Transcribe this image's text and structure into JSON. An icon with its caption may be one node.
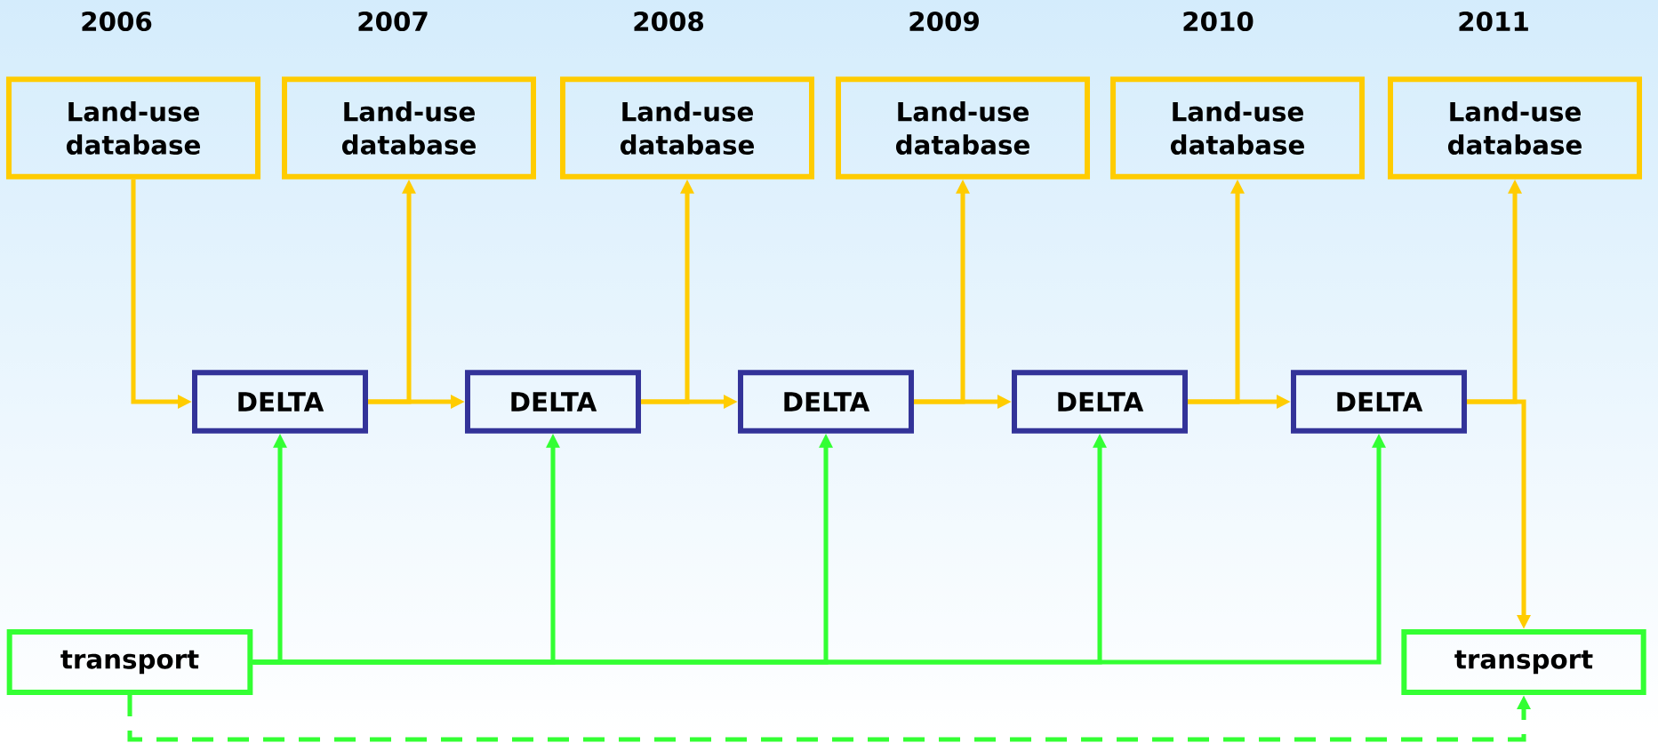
{
  "diagram": {
    "nodes": [
      {
        "text": [
          "Land-use database"
        ]
      },
      {
        "text": [
          "Land-use database"
        ]
      },
      {
        "text": [
          "Land-use database"
        ]
      },
      {
        "text": [
          "Land-use database"
        ]
      },
      {
        "text": [
          "Land-use database"
        ]
      },
      {
        "text": [
          "Land-use database"
        ]
      },
      {
        "text": [
          "DELTA"
        ]
      },
      {
        "text": [
          "DELTA"
        ]
      },
      {
        "text": [
          "DELTA"
        ]
      },
      {
        "text": [
          "DELTA"
        ]
      },
      {
        "text": [
          "DELTA"
        ]
      },
      {
        "text": [
          "transport"
        ]
      },
      {
        "text": [
          "transport"
        ]
      }
    ],
    "edges": [
      {
        "from": 0,
        "to": 6,
        "arrow": "to"
      },
      {
        "from": 6,
        "to": 7,
        "arrow": "to"
      },
      {
        "from": 6,
        "to": 1,
        "arrow": "to"
      },
      {
        "from": 7,
        "to": 8,
        "arrow": "to"
      },
      {
        "from": 7,
        "to": 2,
        "arrow": "to"
      },
      {
        "from": 8,
        "to": 9,
        "arrow": "to"
      },
      {
        "from": 8,
        "to": 3,
        "arrow": "to"
      },
      {
        "from": 9,
        "to": 10,
        "arrow": "to"
      },
      {
        "from": 9,
        "to": 4,
        "arrow": "to"
      },
      {
        "from": 10,
        "to": 5,
        "arrow": "to"
      },
      {
        "from": 10,
        "to": 12,
        "arrow": "to"
      },
      {
        "from": 11,
        "to": 6,
        "arrow": "to",
        "color": "#33ff33"
      },
      {
        "from": 11,
        "to": 7,
        "arrow": "to",
        "color": "#33ff33"
      },
      {
        "from": 11,
        "to": 8,
        "arrow": "to",
        "color": "#33ff33"
      },
      {
        "from": 11,
        "to": 9,
        "arrow": "to",
        "color": "#33ff33"
      },
      {
        "from": 11,
        "to": 10,
        "arrow": "to",
        "color": "#33ff33"
      },
      {
        "from": 11,
        "to": 12,
        "arrow": "to",
        "style": "dashed",
        "color": "#33ff33"
      }
    ],
    "labels": [
      "2006",
      "2007",
      "2008",
      "2009",
      "2010",
      "2011"
    ]
  }
}
